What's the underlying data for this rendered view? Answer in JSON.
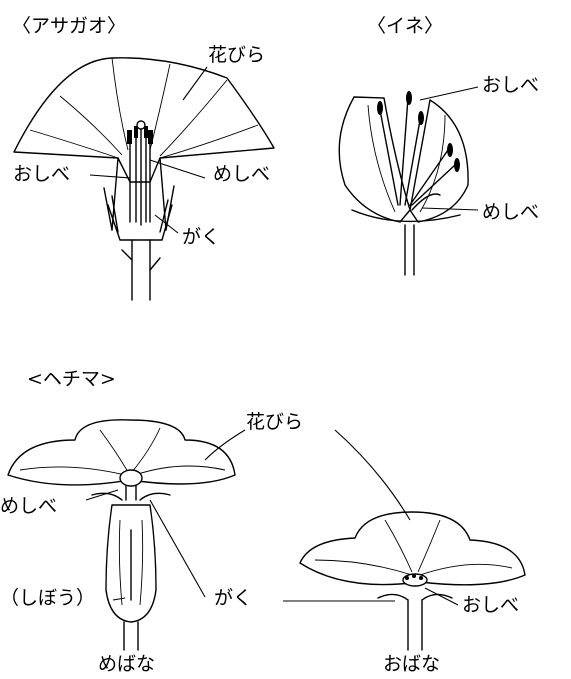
{
  "morning_glory": {
    "title": "〈アサガオ〉",
    "labels": {
      "petal": "花びら",
      "stamen": "おしべ",
      "pistil": "めしべ",
      "sepal": "がく"
    }
  },
  "rice": {
    "title": "〈イネ〉",
    "labels": {
      "stamen": "おしべ",
      "pistil": "めしべ"
    }
  },
  "loofah": {
    "title": "<ヘチマ>",
    "labels": {
      "petal": "花びら",
      "pistil": "めしべ",
      "ovary": "（しぼう）",
      "sepal": "がく",
      "stamen": "おしべ"
    },
    "female_caption": "めばな",
    "male_caption": "おばな"
  }
}
